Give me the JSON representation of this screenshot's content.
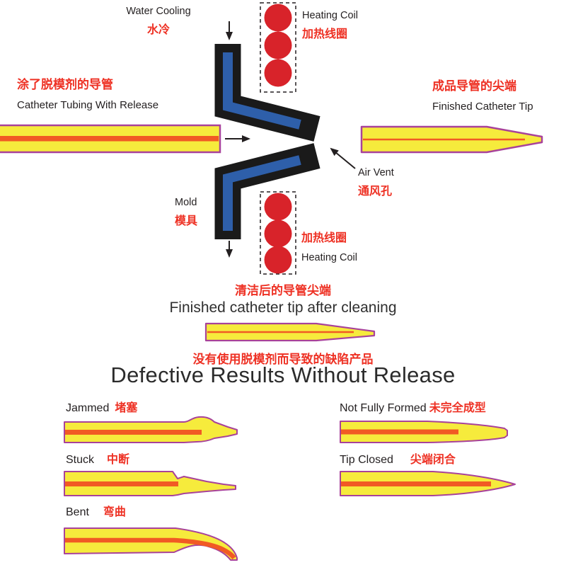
{
  "colors": {
    "tube_yellow": "#f6eb3c",
    "tube_stripe_orange": "#f15a24",
    "tube_outline_purple": "#a8429a",
    "mold_black": "#1a1a1a",
    "mold_liner_blue": "#2e5faa",
    "coil_red": "#d8232a",
    "label_red": "#ee3124",
    "label_black": "#231f20"
  },
  "process": {
    "water_cooling_en": "Water Cooling",
    "water_cooling_zh": "水冷",
    "heating_coil_en": "Heating Coil",
    "heating_coil_zh": "加热线圈",
    "tubing_zh": "涂了脱模剂的导管",
    "tubing_en": "Catheter Tubing With Release",
    "finished_tip_zh": "成品导管的尖端",
    "finished_tip_en": "Finished Catheter Tip",
    "air_vent_en": "Air Vent",
    "air_vent_zh": "通风孔",
    "mold_en": "Mold",
    "mold_zh": "模具"
  },
  "cleaned": {
    "zh": "清洁后的导管尖端",
    "en": "Finished catheter tip after cleaning"
  },
  "defects": {
    "intro_zh": "没有使用脱模剂而导致的缺陷产品",
    "title": "Defective Results Without Release",
    "jammed_en": "Jammed",
    "jammed_zh": "堵塞",
    "stuck_en": "Stuck",
    "stuck_zh": "中断",
    "bent_en": "Bent",
    "bent_zh": "弯曲",
    "not_fully_formed_en": "Not Fully Formed",
    "not_fully_formed_zh": "未完全成型",
    "tip_closed_en": "Tip Closed",
    "tip_closed_zh": "尖端闭合"
  }
}
